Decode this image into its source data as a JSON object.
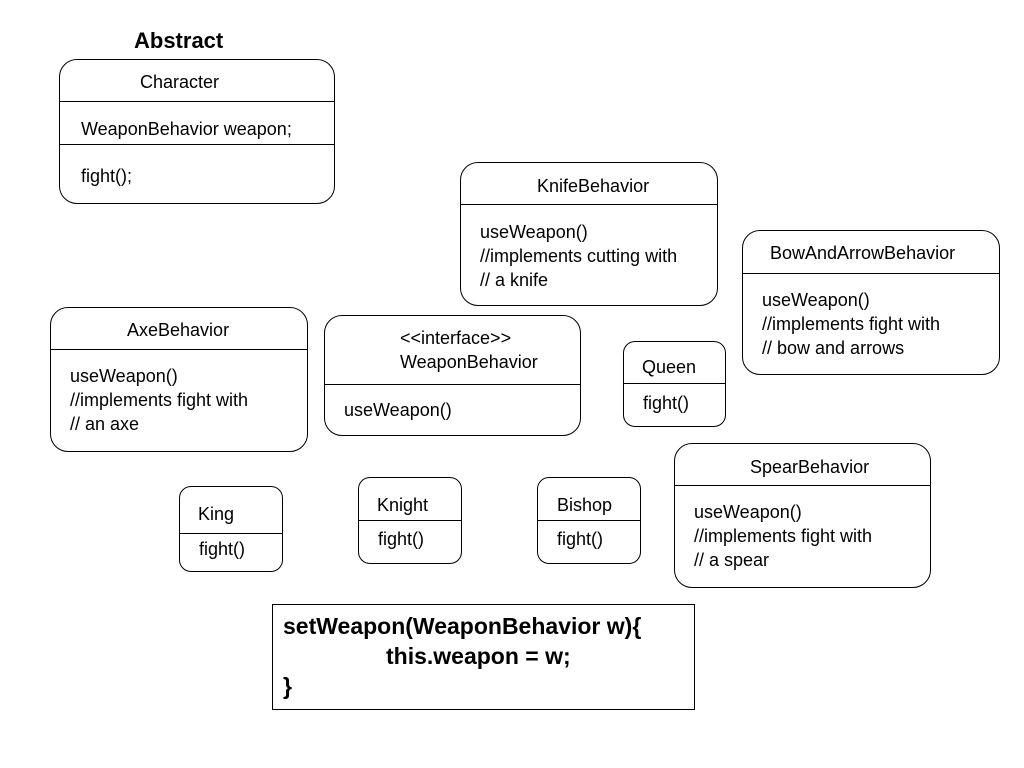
{
  "heading": "Abstract",
  "character": {
    "title": "Character",
    "field": "WeaponBehavior weapon;",
    "method": "fight();"
  },
  "knife_behavior": {
    "title": "KnifeBehavior",
    "lines": [
      "useWeapon()",
      "//implements cutting with",
      "// a knife"
    ]
  },
  "bow_behavior": {
    "title": "BowAndArrowBehavior",
    "lines": [
      "useWeapon()",
      "//implements fight with",
      "// bow and arrows"
    ]
  },
  "axe_behavior": {
    "title": "AxeBehavior",
    "lines": [
      "useWeapon()",
      "//implements fight  with",
      "// an axe"
    ]
  },
  "weapon_interface": {
    "stereotype": "<<interface>>",
    "title": "WeaponBehavior",
    "method": "useWeapon()"
  },
  "queen": {
    "title": "Queen",
    "method": "fight()"
  },
  "king": {
    "title": "King",
    "method": "fight()"
  },
  "knight": {
    "title": "Knight",
    "method": "fight()"
  },
  "bishop": {
    "title": "Bishop",
    "method": "fight()"
  },
  "spear_behavior": {
    "title": "SpearBehavior",
    "lines": [
      "useWeapon()",
      "//implements fight  with",
      "// a spear"
    ]
  },
  "set_weapon_code": {
    "lines": [
      "setWeapon(WeaponBehavior w){",
      "this.weapon = w;",
      "}"
    ]
  }
}
